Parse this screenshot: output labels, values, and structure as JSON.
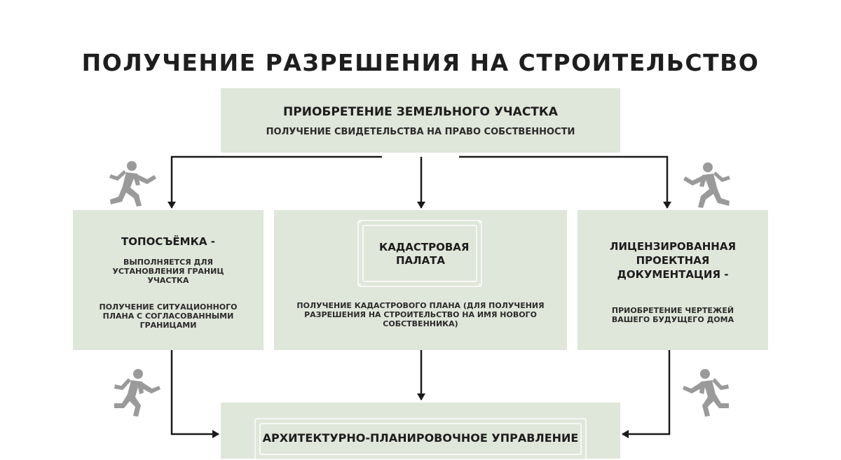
{
  "title": "ПОЛУЧЕНИЕ РАЗРЕШЕНИЯ НА СТРОИТЕЛЬСТВО",
  "top_box": {
    "heading": "ПРИОБРЕТЕНИЕ ЗЕМЕЛЬНОГО УЧАСТКА",
    "subheading": "ПОЛУЧЕНИЕ СВИДЕТЕЛЬСТВА НА ПРАВО СОБСТВЕННОСТИ"
  },
  "left_box": {
    "heading": "ТОПОСЪЁМКА -",
    "text1": "ВЫПОЛНЯЕТСЯ ДЛЯ УСТАНОВЛЕНИЯ ГРАНИЦ УЧАСТКА",
    "text2": "ПОЛУЧЕНИЕ СИТУАЦИОННОГО ПЛАНА С СОГЛАСОВАННЫМИ ГРАНИЦАМИ"
  },
  "middle_box": {
    "heading": "КАДАСТРОВАЯ ПАЛАТА",
    "text1": "ПОЛУЧЕНИЕ КАДАСТРОВОГО ПЛАНА (ДЛЯ ПОЛУЧЕНИЯ РАЗРЕШЕНИЯ НА СТРОИТЕЛЬСТВО НА ИМЯ НОВОГО СОБСТВЕННИКА)"
  },
  "right_box": {
    "heading": "ЛИЦЕНЗИРОВАННАЯ ПРОЕКТНАЯ ДОКУМЕНТАЦИЯ -",
    "text1": "ПРИОБРЕТЕНИЕ ЧЕРТЕЖЕЙ ВАШЕГО БУДУЩЕГО ДОМА"
  },
  "bottom_box": {
    "heading": "АРХИТЕКТУРНО-ПЛАНИРОВОЧНОЕ УПРАВЛЕНИЕ"
  },
  "colors": {
    "box_fill": "#dfe6da",
    "text": "#1d1d1d",
    "runner": "#9a9a9a"
  }
}
